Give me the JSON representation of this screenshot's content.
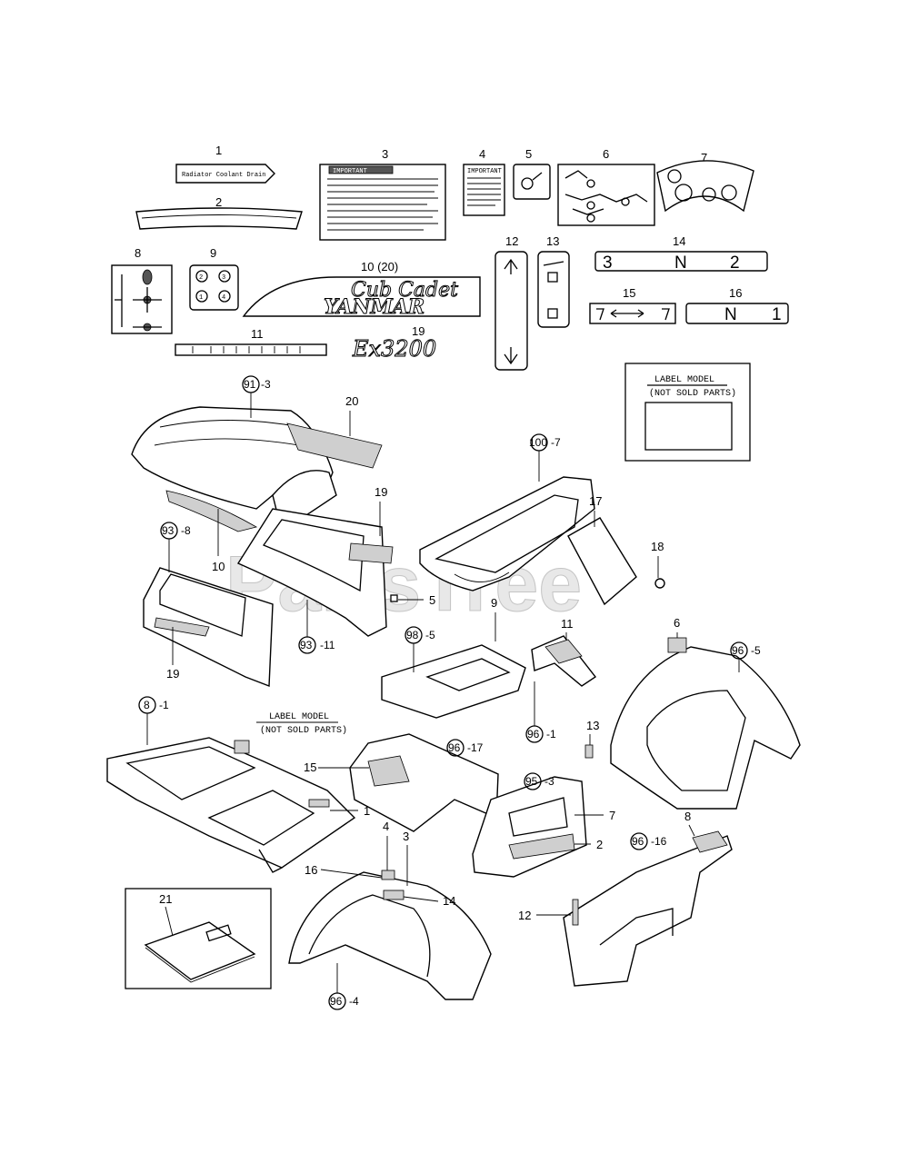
{
  "watermark": "PartsTree",
  "label_model_box": {
    "line1": "LABEL MODEL",
    "line2": "(NOT SOLD PARTS)"
  },
  "label_model_inline": {
    "line1": "LABEL MODEL",
    "line2": "(NOT SOLD PARTS)"
  },
  "decals": {
    "d1_text": "Radiator Coolant Drain",
    "d3_title": "IMPORTANT",
    "d4_title": "IMPORTANT",
    "d10_brand": "Cub Cadet",
    "d10_maker": "YANMAR",
    "d19_model": "Ex3200",
    "d14_text": [
      "3",
      "N",
      "2"
    ],
    "d16_text": [
      "N",
      "1"
    ],
    "d9_digits": [
      "2",
      "3",
      "1",
      "4"
    ]
  },
  "top_numbers": {
    "n1": "1",
    "n2": "2",
    "n3": "3",
    "n4": "4",
    "n5": "5",
    "n6": "6",
    "n7": "7",
    "n8": "8",
    "n9": "9",
    "n10": "10 (20)",
    "n11": "11",
    "n12": "12",
    "n13": "13",
    "n14": "14",
    "n15": "15",
    "n16": "16",
    "n19": "19"
  },
  "callouts": {
    "c91": "91",
    "c91s": "-3",
    "c93a": "93",
    "c93as": "-8",
    "c93b": "93",
    "c93bs": "-11",
    "c100": "100",
    "c100s": "-7",
    "c98": "98",
    "c98s": "-5",
    "c96a": "96",
    "c96as": "-5",
    "c8": "8",
    "c8s": "-1",
    "c96b": "96",
    "c96bs": "-17",
    "c96c": "96",
    "c96cs": "-1",
    "c95": "95",
    "c95s": "-3",
    "c96d": "96",
    "c96ds": "-16",
    "c96e": "96",
    "c96es": "-4"
  },
  "part_numbers": {
    "p20": "20",
    "p19a": "19",
    "p10": "10",
    "p17": "17",
    "p18": "18",
    "p5": "5",
    "p19b": "19",
    "p9": "9",
    "p11": "11",
    "p6": "6",
    "p15": "15",
    "p1": "1",
    "p13": "13",
    "p7": "7",
    "p2": "2",
    "p8": "8",
    "p12": "12",
    "p4": "4",
    "p3": "3",
    "p16": "16",
    "p14": "14",
    "p21": "21"
  }
}
